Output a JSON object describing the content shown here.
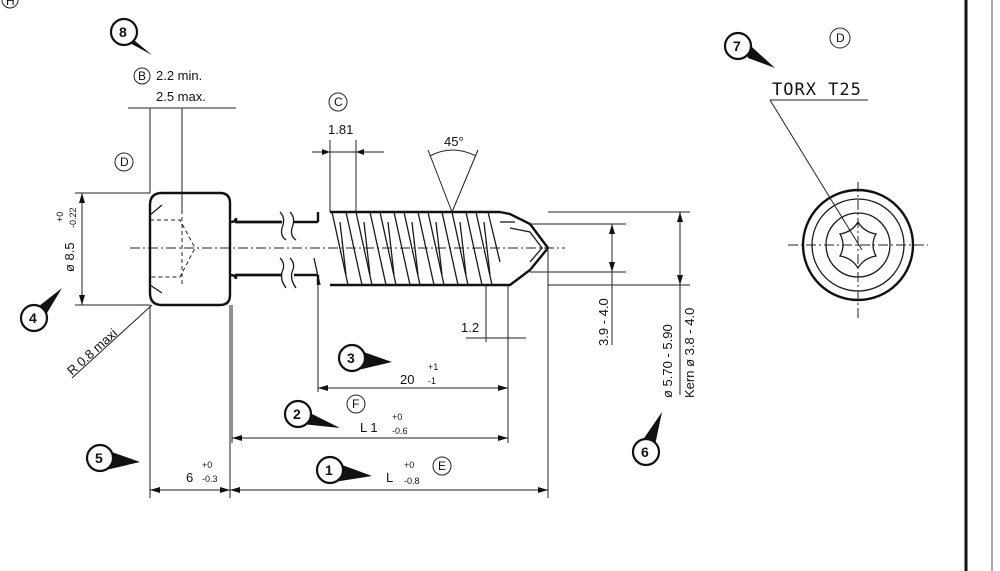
{
  "corner_label": "H",
  "torx_label": "TORX T25",
  "view_label": "D",
  "dimensions": {
    "head_depth_min": "2.2 min.",
    "head_depth_max": "2.5 max.",
    "head_depth_ref": "B",
    "head_ref": "D",
    "head_diameter": "ø 8.5",
    "head_diameter_tol_upper": "+0",
    "head_diameter_tol_lower": "-0.22",
    "radius": "R 0.8 maxi",
    "thread_start": "1.81",
    "thread_start_ref": "C",
    "point_angle": "45°",
    "tip_length": "1.2",
    "thread_length": "20",
    "thread_length_tol_upper": "+1",
    "thread_length_tol_lower": "-1",
    "l1": "L 1",
    "l1_ref": "F",
    "l1_tol_upper": "+0",
    "l1_tol_lower": "-0.6",
    "head_height": "6",
    "head_height_tol_upper": "+0",
    "head_height_tol_lower": "-0.3",
    "total_length": "L",
    "total_length_ref": "E",
    "total_length_tol_upper": "+0",
    "total_length_tol_lower": "-0.8",
    "drill_diameter": "3.9 - 4.0",
    "outer_diameter": "ø 5.70 - 5.90",
    "core_diameter": "Kern ø 3.8 - 4.0"
  },
  "markers": [
    "1",
    "2",
    "3",
    "4",
    "5",
    "6",
    "7",
    "8"
  ]
}
